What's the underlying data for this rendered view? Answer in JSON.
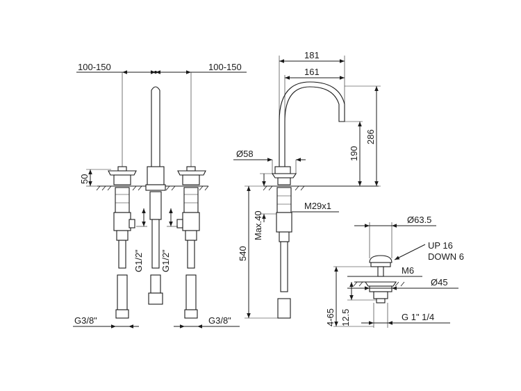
{
  "dimensions": {
    "spacing_left": "100-150",
    "spacing_right": "100-150",
    "handle_height": "50",
    "thread_left_g12": "G1/2\"",
    "thread_center_g12": "G1/2\"",
    "hose_left": "G3/8\"",
    "hose_right": "G3/8\"",
    "spout_reach_outer": "181",
    "spout_reach_inner": "161",
    "total_height": "286",
    "outlet_height": "190",
    "base_diameter": "Ø58",
    "mount_thread": "M29x1",
    "max_deck": "Max.40",
    "hose_length": "540",
    "waste_head_diameter": "Ø63.5",
    "waste_stroke_up": "UP 16",
    "waste_stroke_down": "DOWN 6",
    "waste_thread_m6": "M6",
    "waste_flange_diameter": "Ø45",
    "waste_deck_range": "4-65",
    "waste_flange_height": "12.5",
    "waste_outlet_thread": "G 1\" 1/4"
  }
}
